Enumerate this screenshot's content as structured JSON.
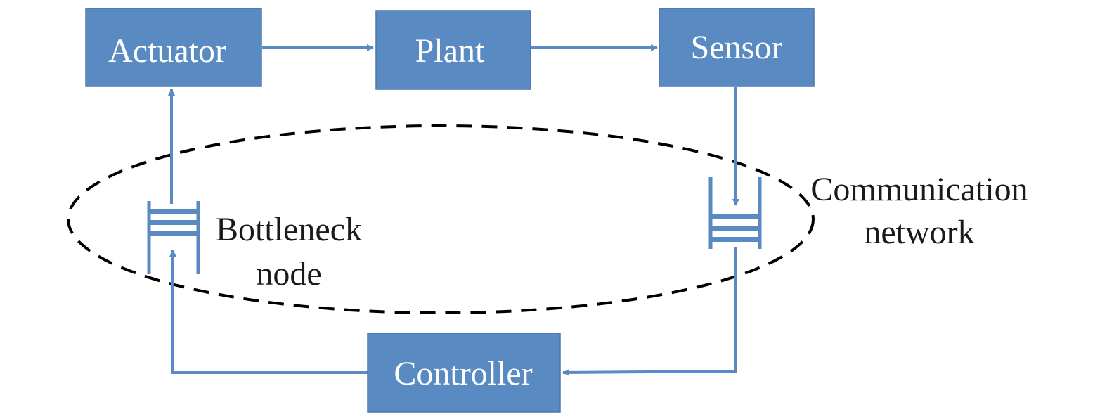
{
  "colors": {
    "block_fill": "#5a8ac2",
    "block_stroke": "#4a76ad",
    "block_text": "#ffffff",
    "connector": "#5a8ac2",
    "boundary": "#000000",
    "label_text": "#1a1a1a",
    "background": "#ffffff"
  },
  "blocks": {
    "actuator": "Actuator",
    "plant": "Plant",
    "sensor": "Sensor",
    "controller": "Controller"
  },
  "labels": {
    "bottleneck_line1": "Bottleneck",
    "bottleneck_line2": "node",
    "network_line1": "Communication",
    "network_line2": "network"
  }
}
